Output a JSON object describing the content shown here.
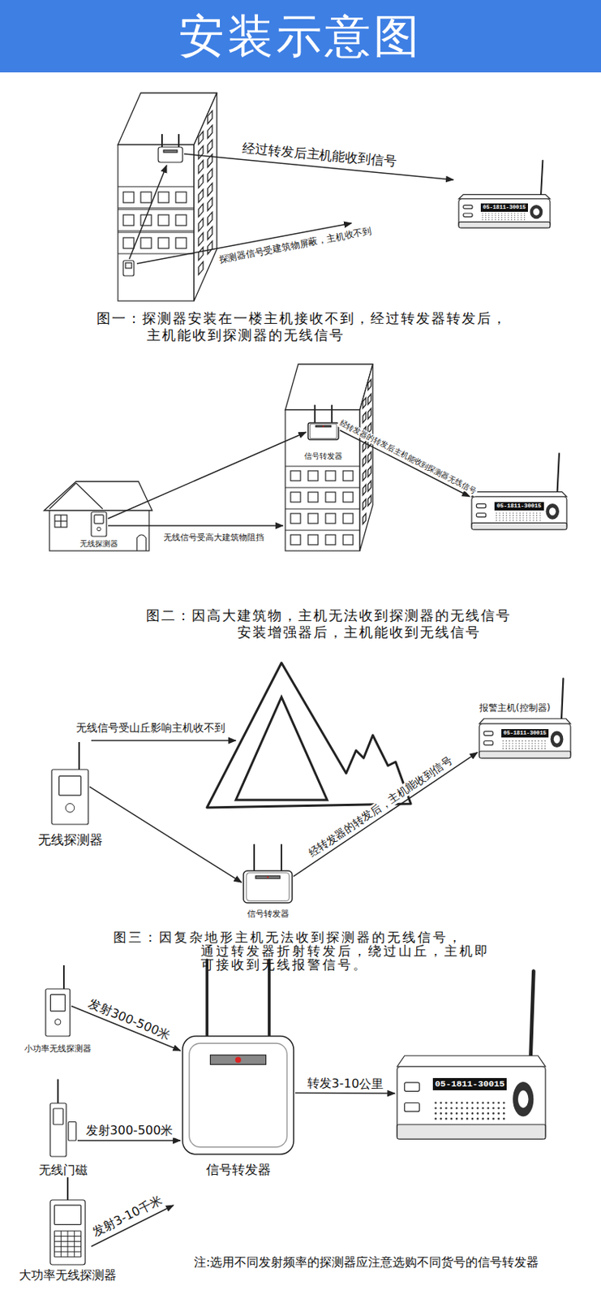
{
  "diagram": {
    "title": "安装示意图",
    "nodes": [
      {
        "text": [
          "05-1811-30015"
        ]
      },
      {
        "text": [
          "无线探测器"
        ]
      },
      {
        "text": [
          "信号转发器"
        ]
      },
      {
        "text": [
          "05-1811-30015"
        ]
      },
      {
        "text": [
          "无线探测器"
        ]
      },
      {
        "text": [
          "信号转发器"
        ]
      },
      {
        "text": [
          "报警主机(控制器)",
          "05-1811-30015"
        ]
      },
      {
        "text": [
          "小功率无线探测器"
        ]
      },
      {
        "text": [
          "无线门磁"
        ]
      },
      {
        "text": [
          "大功率无线探测器"
        ]
      },
      {
        "text": [
          "信号转发器"
        ]
      },
      {
        "text": [
          "05-1811-30015"
        ]
      }
    ],
    "edges": [
      {
        "from": 1,
        "to": 2,
        "arrow": "to"
      },
      {
        "from": 2,
        "to": 3,
        "label": "经转发器的转发后主机能收到探测器无线信号",
        "arrow": "to"
      },
      {
        "from": 4,
        "to": 5,
        "arrow": "to"
      },
      {
        "from": 5,
        "to": 6,
        "label": "经转发器的转发后，主机能收到信号",
        "arrow": "to"
      },
      {
        "from": 7,
        "to": 10,
        "label": "发射300-500米",
        "arrow": "to"
      },
      {
        "from": 8,
        "to": 10,
        "label": "发射300-500米",
        "arrow": "to"
      },
      {
        "from": 10,
        "to": 11,
        "label": "转发3-10公里",
        "arrow": "to"
      }
    ],
    "labels": [
      "经过转发后主机能收到信号",
      "探测器信号受建筑物屏蔽，主机收不到",
      "图一：探测器安装在一楼主机接收不到，经过转发器转发后， 主机能收到探测器的无线信号",
      "无线信号受高大建筑物阻挡",
      "图二：因高大建筑物，主机无法收到探测器的无线信号 安装增强器后，主机能收到无线信号",
      "无线信号受山丘影响主机收不到",
      "图三：因复杂地形主机无法收到探测器的无线信号， 通过转发器折射转发后，绕过山丘，主机即 可接收到无线报警信号。",
      "发射3-10千米",
      "注:选用不同发射频率的探测器应注意选购不同货号的信号转发器"
    ]
  }
}
